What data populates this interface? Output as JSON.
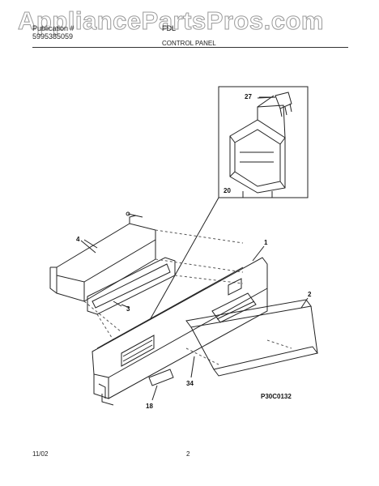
{
  "watermark": "AppliancePartsPros.com",
  "header": {
    "brand": "Publication #",
    "publication": "5995385059",
    "model": "FDL",
    "section": "CONTROL PANEL"
  },
  "callouts": {
    "c27": "27",
    "c20": "20",
    "c1": "1",
    "c2": "2",
    "c3": "3",
    "c4": "4",
    "c18": "18",
    "c34": "34"
  },
  "drawing_code": "P30C0132",
  "footer": {
    "date": "11/02",
    "page": "2"
  }
}
